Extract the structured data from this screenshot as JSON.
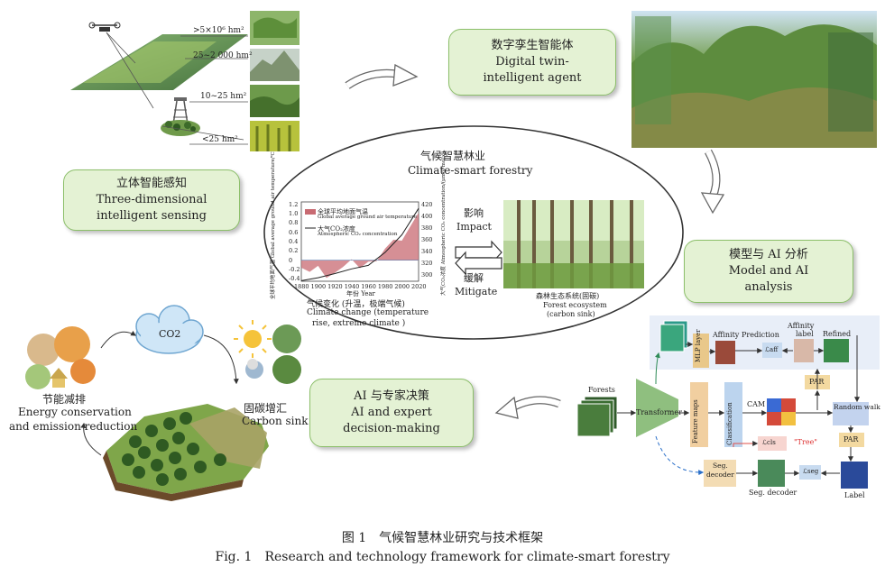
{
  "sensing": {
    "scales": [
      ">5×10⁶ hm²",
      "25~2 000 hm²",
      "10~25 hm²",
      "<25 hm²"
    ]
  },
  "boxes": {
    "digital_twin_zh": "数字孪生智能体",
    "digital_twin_en1": "Digital twin-",
    "digital_twin_en2": "intelligent agent",
    "sensing_zh": "立体智能感知",
    "sensing_en1": "Three-dimensional",
    "sensing_en2": "intelligent sensing",
    "model_zh": "模型与 AI 分析",
    "model_en1": "Model and AI",
    "model_en2": "analysis",
    "decision_zh": "AI 与专家决策",
    "decision_en1": "AI and expert",
    "decision_en2": "decision-making"
  },
  "center": {
    "title_zh": "气候智慧林业",
    "title_en": "Climate-smart forestry",
    "impact_zh": "影响",
    "impact_en": "Impact",
    "mitigate_zh": "缓解",
    "mitigate_en": "Mitigate",
    "climate_zh": "气候变化 (升温，极端气候)",
    "climate_en1": "Climate change (temperature",
    "climate_en2": "rise, extreme climate )",
    "forest_zh": "森林生态系统(固碳)",
    "forest_en1": "Forest ecosystem",
    "forest_en2": "(carbon sink)"
  },
  "chart_data": {
    "type": "area",
    "title": "",
    "xlabel": "年份 Year",
    "ylabel_left": "全球平均地面气温 Global average ground air temperature/℃",
    "ylabel_right": "大气CO₂浓度 Atmospheric CO₂ concentration/(μmol·mol⁻¹)",
    "legend": [
      {
        "zh": "全球平均地面气温",
        "en": "Global average ground air temperature"
      },
      {
        "zh": "大气CO₂浓度",
        "en": "Atmospheric CO₂ concentration"
      }
    ],
    "x_ticks": [
      "1880",
      "1900",
      "1920",
      "1940",
      "1960",
      "1980",
      "2000",
      "2020"
    ],
    "y_left_ticks": [
      "1.2",
      "1.0",
      "0.8",
      "0.6",
      "0.4",
      "0.2",
      "0",
      "-0.2",
      "-0.4"
    ],
    "y_right_ticks": [
      "420",
      "400",
      "380",
      "360",
      "340",
      "320",
      "300"
    ],
    "xlim": [
      1880,
      2020
    ],
    "ylim_left": [
      -0.45,
      1.25
    ],
    "ylim_right": [
      290,
      425
    ],
    "temperature": {
      "x": [
        1880,
        1890,
        1900,
        1910,
        1920,
        1930,
        1940,
        1950,
        1960,
        1970,
        1980,
        1990,
        2000,
        2010,
        2020
      ],
      "y": [
        -0.16,
        -0.25,
        -0.12,
        -0.38,
        -0.27,
        -0.14,
        0.02,
        -0.17,
        -0.03,
        -0.02,
        0.25,
        0.44,
        0.42,
        0.72,
        1.02
      ]
    },
    "co2": {
      "x": [
        1880,
        1900,
        1920,
        1940,
        1960,
        1980,
        2000,
        2020
      ],
      "y": [
        291,
        296,
        303,
        311,
        317,
        339,
        369,
        414
      ]
    }
  },
  "bottom_left": {
    "co2": "CO2",
    "energy_zh": "节能减排",
    "energy_en1": "Energy conservation",
    "energy_en2": "and emission reduction",
    "sink_zh": "固碳增汇",
    "sink_en": "Carbon sink"
  },
  "pipeline": {
    "forests": "Forests",
    "transformer": "Transformer",
    "mlp": "MLP layer",
    "affinity": "Affinity",
    "prediction": "Prediction",
    "l_aff": "ℒaff",
    "affinity_label1": "Affinity",
    "affinity_label2": "label",
    "refined": "Refined",
    "par1": "PAR",
    "feature_maps": "Feature maps",
    "classification": "Classification",
    "cam": "CAM",
    "random_walk": "Random walk",
    "l_cls": "ℒcls",
    "tree": "\"Tree\"",
    "par2": "PAR",
    "seg_decoder_box1": "Seg.",
    "seg_decoder_box2": "decoder",
    "l_seg": "ℒseg",
    "seg_decoder_label": "Seg. decoder",
    "label": "Label"
  },
  "caption": {
    "zh": "图 1　气候智慧林业研究与技术框架",
    "en": "Fig. 1　Research and technology framework for climate-smart forestry"
  }
}
